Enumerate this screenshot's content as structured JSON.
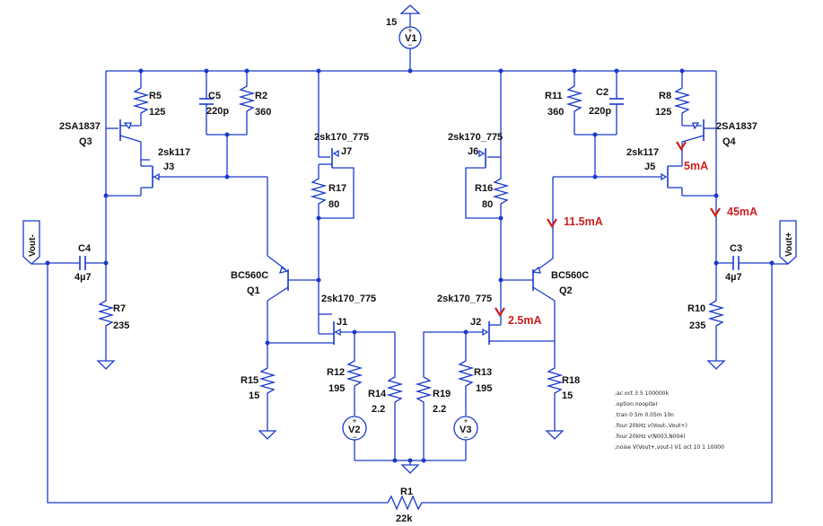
{
  "supply": {
    "value": "15",
    "source": "V1"
  },
  "transistors": {
    "q1": {
      "type": "BC560C",
      "ref": "Q1"
    },
    "q2": {
      "type": "BC560C",
      "ref": "Q2"
    },
    "q3": {
      "type": "2SA1837",
      "ref": "Q3"
    },
    "q4": {
      "type": "2SA1837",
      "ref": "Q4"
    },
    "j1": {
      "type": "2sk170_775",
      "ref": "J1"
    },
    "j2": {
      "type": "2sk170_775",
      "ref": "J2"
    },
    "j3": {
      "type": "2sk117",
      "ref": "J3"
    },
    "j5": {
      "type": "2sk117",
      "ref": "J5"
    },
    "j6": {
      "type": "2sk170_775",
      "ref": "J6"
    },
    "j7": {
      "type": "2sk170_775",
      "ref": "J7"
    }
  },
  "resistors": {
    "r1": {
      "ref": "R1",
      "value": "22k"
    },
    "r2": {
      "ref": "R2",
      "value": "360"
    },
    "r5": {
      "ref": "R5",
      "value": "125"
    },
    "r7": {
      "ref": "R7",
      "value": "235"
    },
    "r8": {
      "ref": "R8",
      "value": "125"
    },
    "r10": {
      "ref": "R10",
      "value": "235"
    },
    "r11": {
      "ref": "R11",
      "value": "360"
    },
    "r12": {
      "ref": "R12",
      "value": "195"
    },
    "r13": {
      "ref": "R13",
      "value": "195"
    },
    "r14": {
      "ref": "R14",
      "value": "2.2"
    },
    "r15": {
      "ref": "R15",
      "value": "15"
    },
    "r16": {
      "ref": "R16",
      "value": "80"
    },
    "r17": {
      "ref": "R17",
      "value": "80"
    },
    "r18": {
      "ref": "R18",
      "value": "15"
    },
    "r19": {
      "ref": "R19",
      "value": "2.2"
    }
  },
  "capacitors": {
    "c2": {
      "ref": "C2",
      "value": "220p"
    },
    "c3": {
      "ref": "C3",
      "value": "4µ7"
    },
    "c4": {
      "ref": "C4",
      "value": "4µ7"
    },
    "c5": {
      "ref": "C5",
      "value": "220p"
    }
  },
  "sources": {
    "v2": "V2",
    "v3": "V3"
  },
  "ports": {
    "vout_minus": "Vout-",
    "vout_plus": "Vout+"
  },
  "annotations": {
    "j5_current": "5mA",
    "q4_current": "45mA",
    "j6_current": "11.5mA",
    "j2_current": "2.5mA"
  },
  "spice_directives": [
    ";ac oct 3 5 100000k",
    ".option noopiter",
    ".tran 0 5m 0.05m 10n",
    ".four 20kHz v(Vout-,Vout+)",
    ".four 20kHz v(N003,N004)",
    ";noise V(Vout+,vout-) V1 oct 10 1 10000"
  ]
}
